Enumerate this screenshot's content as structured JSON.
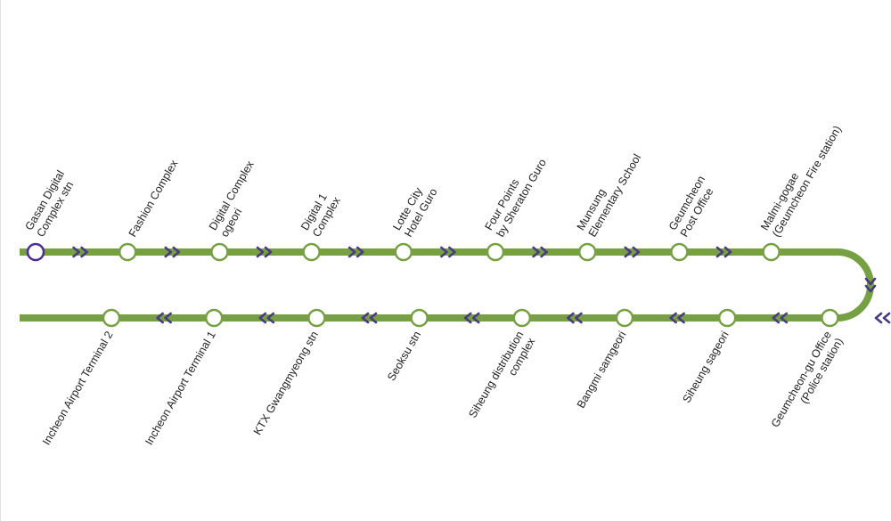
{
  "diagram": {
    "line_color": "#76a043",
    "arrow_color": "#4a3a80",
    "current_color": "#4b2d91",
    "top_row": [
      {
        "lines": [
          "Gasan Digital",
          "Complex stn"
        ],
        "current": true
      },
      {
        "lines": [
          "Fashion Complex"
        ]
      },
      {
        "lines": [
          "Digital Complex",
          "ogeori"
        ]
      },
      {
        "lines": [
          "Digital 1",
          "Complex"
        ]
      },
      {
        "lines": [
          "Lotte City",
          "Hotel Guro"
        ]
      },
      {
        "lines": [
          "Four Points",
          "by Sheraton Guro"
        ]
      },
      {
        "lines": [
          "Munsung",
          "Elementary School"
        ]
      },
      {
        "lines": [
          "Geumcheon",
          "Post Office"
        ]
      },
      {
        "lines": [
          "Malmi-gogae",
          "(Geumcheon Fire station)"
        ]
      }
    ],
    "bottom_row": [
      {
        "lines": [
          "Incheon Airport Terminal 2"
        ]
      },
      {
        "lines": [
          "Incheon Airport Terminal 1"
        ]
      },
      {
        "lines": [
          "KTX Gwangmyeong stn"
        ]
      },
      {
        "lines": [
          "Seoksu stn"
        ]
      },
      {
        "lines": [
          "Siheung distribution",
          "complex"
        ]
      },
      {
        "lines": [
          "Bangmi samgeori"
        ]
      },
      {
        "lines": [
          "Siheung sageori"
        ]
      },
      {
        "lines": [
          "Geumcheon-gu Office",
          "(Police station)"
        ]
      }
    ]
  }
}
